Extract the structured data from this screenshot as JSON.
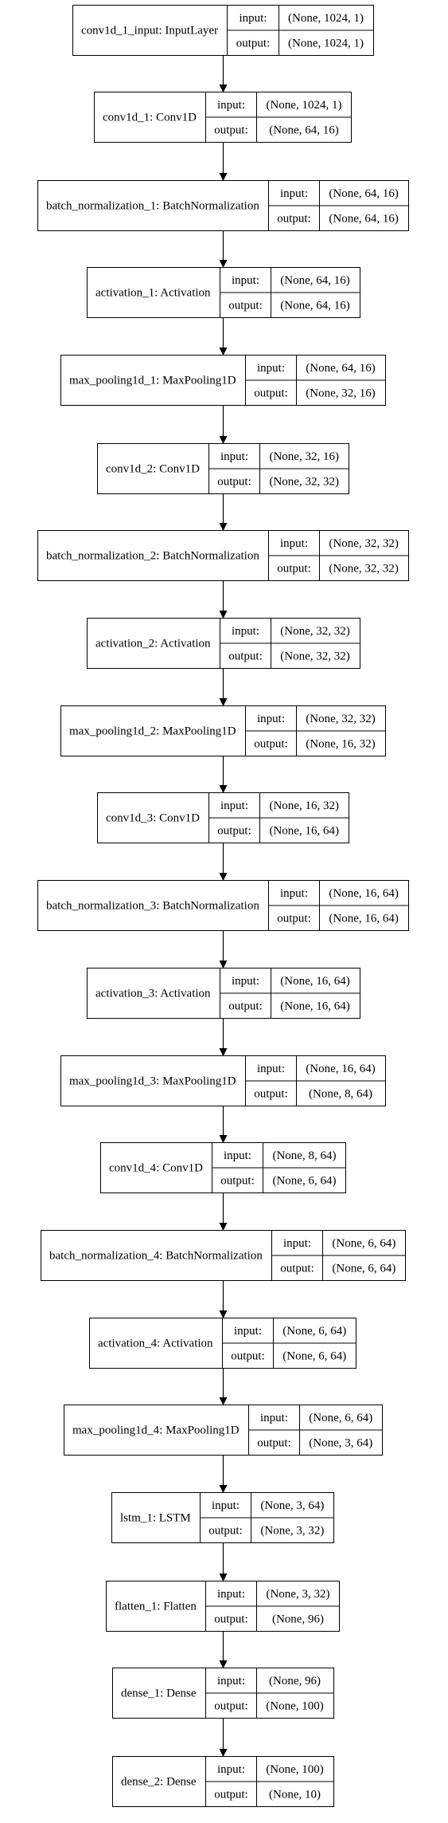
{
  "port_labels": {
    "input": "input:",
    "output": "output:"
  },
  "layers": [
    {
      "name": "conv1d_1_input: InputLayer",
      "input": "(None, 1024, 1)",
      "output": "(None, 1024, 1)"
    },
    {
      "name": "conv1d_1: Conv1D",
      "input": "(None, 1024, 1)",
      "output": "(None, 64, 16)"
    },
    {
      "name": "batch_normalization_1: BatchNormalization",
      "input": "(None, 64, 16)",
      "output": "(None, 64, 16)"
    },
    {
      "name": "activation_1: Activation",
      "input": "(None, 64, 16)",
      "output": "(None, 64, 16)"
    },
    {
      "name": "max_pooling1d_1: MaxPooling1D",
      "input": "(None, 64, 16)",
      "output": "(None, 32, 16)"
    },
    {
      "name": "conv1d_2: Conv1D",
      "input": "(None, 32, 16)",
      "output": "(None, 32, 32)"
    },
    {
      "name": "batch_normalization_2: BatchNormalization",
      "input": "(None, 32, 32)",
      "output": "(None, 32, 32)"
    },
    {
      "name": "activation_2: Activation",
      "input": "(None, 32, 32)",
      "output": "(None, 32, 32)"
    },
    {
      "name": "max_pooling1d_2: MaxPooling1D",
      "input": "(None, 32, 32)",
      "output": "(None, 16, 32)"
    },
    {
      "name": "conv1d_3: Conv1D",
      "input": "(None, 16, 32)",
      "output": "(None, 16, 64)"
    },
    {
      "name": "batch_normalization_3: BatchNormalization",
      "input": "(None, 16, 64)",
      "output": "(None, 16, 64)"
    },
    {
      "name": "activation_3: Activation",
      "input": "(None, 16, 64)",
      "output": "(None, 16, 64)"
    },
    {
      "name": "max_pooling1d_3: MaxPooling1D",
      "input": "(None, 16, 64)",
      "output": "(None, 8, 64)"
    },
    {
      "name": "conv1d_4: Conv1D",
      "input": "(None, 8, 64)",
      "output": "(None, 6, 64)"
    },
    {
      "name": "batch_normalization_4: BatchNormalization",
      "input": "(None, 6, 64)",
      "output": "(None, 6, 64)"
    },
    {
      "name": "activation_4: Activation",
      "input": "(None, 6, 64)",
      "output": "(None, 6, 64)"
    },
    {
      "name": "max_pooling1d_4: MaxPooling1D",
      "input": "(None, 6, 64)",
      "output": "(None, 3, 64)"
    },
    {
      "name": "lstm_1: LSTM",
      "input": "(None, 3, 64)",
      "output": "(None, 3, 32)"
    },
    {
      "name": "flatten_1: Flatten",
      "input": "(None, 3, 32)",
      "output": "(None, 96)"
    },
    {
      "name": "dense_1: Dense",
      "input": "(None, 96)",
      "output": "(None, 100)"
    },
    {
      "name": "dense_2: Dense",
      "input": "(None, 100)",
      "output": "(None, 10)"
    }
  ]
}
